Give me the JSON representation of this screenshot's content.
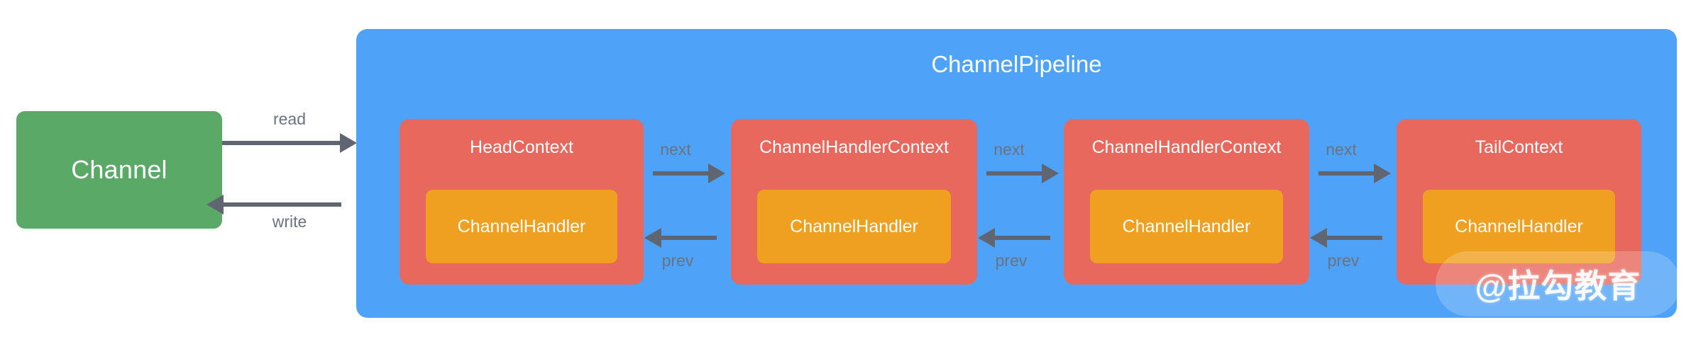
{
  "diagram": {
    "title": "ChannelPipeline",
    "colors": {
      "channel_green": "#5aa966",
      "pipeline_blue": "#4ea2f7",
      "context_red": "#e8685d",
      "handler_orange": "#f0a020",
      "arrow_gray": "#5f6672",
      "label_gray": "#6b7280",
      "background": "#ffffff"
    }
  },
  "channel": {
    "label": "Channel"
  },
  "io_arrows": {
    "read_label": "read",
    "write_label": "write"
  },
  "pipeline": {
    "title": "ChannelPipeline",
    "contexts": [
      {
        "title": "HeadContext",
        "handler": "ChannelHandler"
      },
      {
        "title": "ChannelHandlerContext",
        "handler": "ChannelHandler"
      },
      {
        "title": "ChannelHandlerContext",
        "handler": "ChannelHandler"
      },
      {
        "title": "TailContext",
        "handler": "ChannelHandler"
      }
    ],
    "links": [
      {
        "next_label": "next",
        "prev_label": "prev"
      },
      {
        "next_label": "next",
        "prev_label": "prev"
      },
      {
        "next_label": "next",
        "prev_label": "prev"
      }
    ]
  },
  "watermark": {
    "text": "@拉勾教育"
  }
}
